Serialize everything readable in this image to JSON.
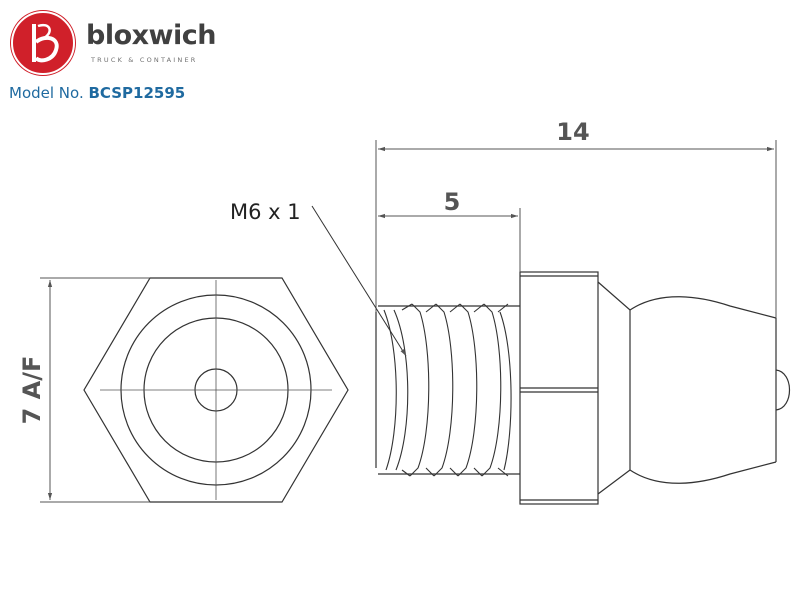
{
  "brand": {
    "name": "bloxwich",
    "tagline": "TRUCK & CONTAINER",
    "accent_color": "#d0202a"
  },
  "model": {
    "label": "Model No.",
    "value": "BCSP12595",
    "color": "#1f6aa0"
  },
  "drawing": {
    "dimensions": {
      "overall_length": "14",
      "thread_length": "5",
      "across_flats": "7 A/F"
    },
    "callouts": {
      "thread": "M6 x 1"
    }
  }
}
